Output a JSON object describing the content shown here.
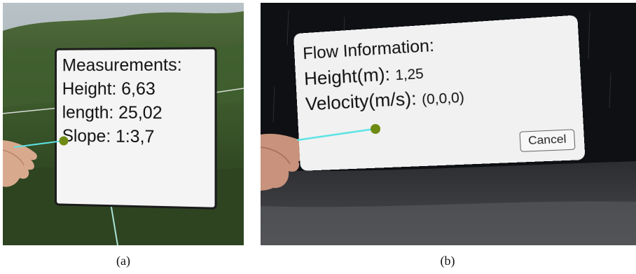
{
  "panel_a": {
    "card": {
      "title": "Measurements:",
      "height_line": "Height: 6,63",
      "length_line": "length: 25,02",
      "slope_line": "Slope: 1:3,7"
    },
    "caption": "(a)"
  },
  "panel_b": {
    "card": {
      "title": "Flow Information:",
      "height_label": "Height(m):",
      "height_value": "1,25",
      "velocity_label": "Velocity(m/s):",
      "velocity_value": "(0,0,0)",
      "cancel_label": "Cancel"
    },
    "caption": "(b)"
  },
  "colors": {
    "pointer_ray": "#5ee3e6",
    "pointer_dot": "#6e8a12",
    "terrain_green": "#3f5c2c",
    "night_sky": "#0d0f12"
  },
  "icons": {
    "pointer": "pointer-dot-icon",
    "hand": "hand-icon"
  }
}
